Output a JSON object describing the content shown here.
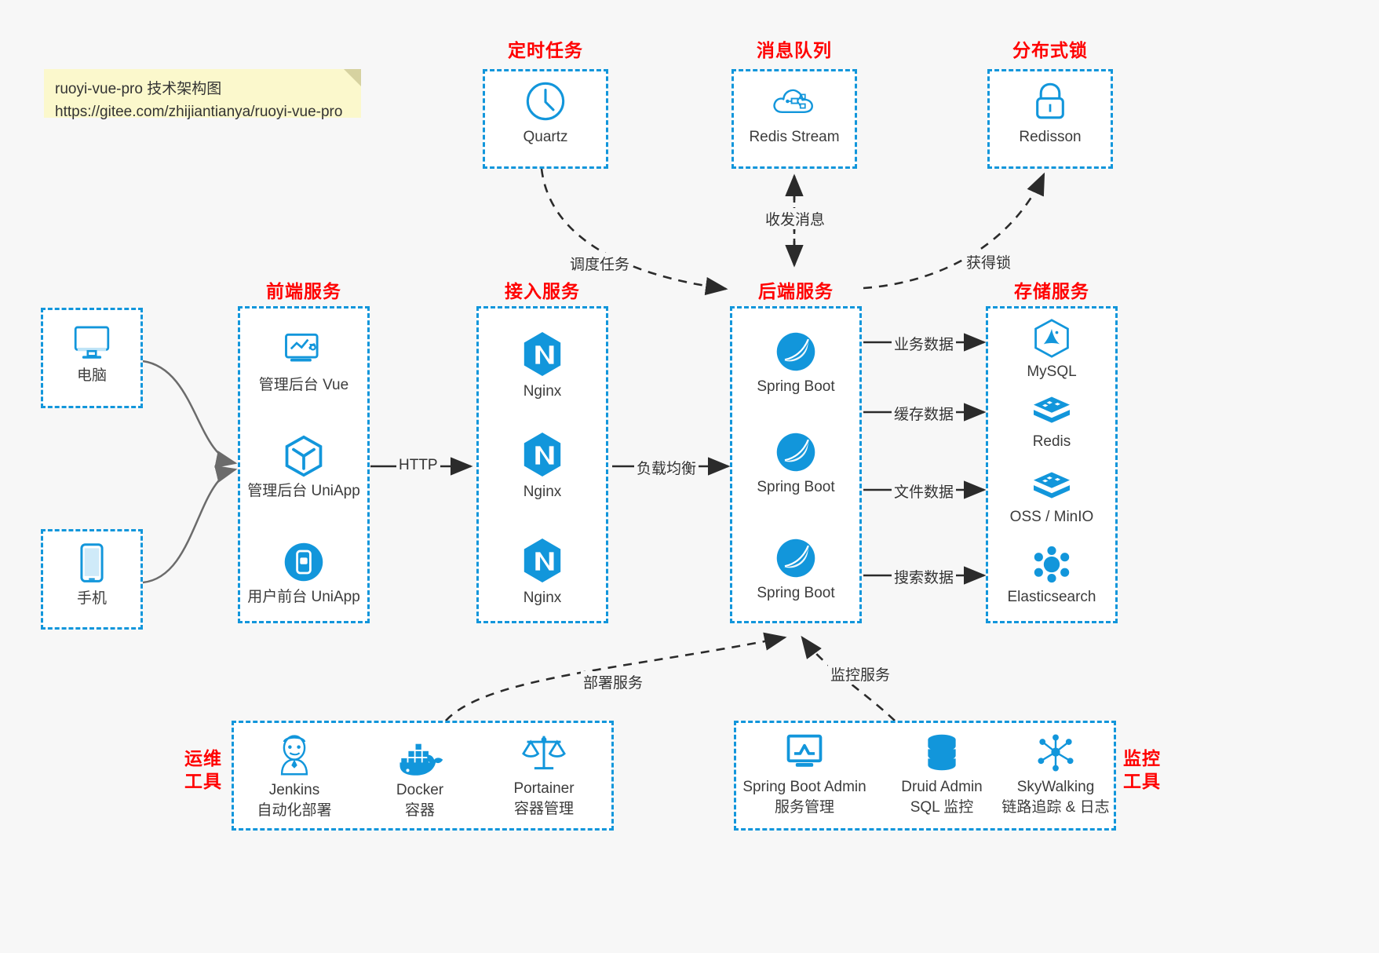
{
  "note": {
    "line1": "ruoyi-vue-pro 技术架构图",
    "line2": "https://gitee.com/zhijiantianya/ruoyi-vue-pro"
  },
  "groups": {
    "scheduled": "定时任务",
    "mq": "消息队列",
    "lock": "分布式锁",
    "frontend": "前端服务",
    "gateway": "接入服务",
    "backend": "后端服务",
    "storage": "存储服务",
    "devops_l1": "运维",
    "devops_l2": "工具",
    "monitor_l1": "监控",
    "monitor_l2": "工具"
  },
  "clients": [
    {
      "label": "电脑",
      "icon": "desktop-icon"
    },
    {
      "label": "手机",
      "icon": "mobile-icon"
    }
  ],
  "scheduled_items": [
    {
      "label": "Quartz",
      "icon": "clock-icon"
    }
  ],
  "mq_items": [
    {
      "label": "Redis Stream",
      "icon": "cloud-stream-icon"
    }
  ],
  "lock_items": [
    {
      "label": "Redisson",
      "icon": "padlock-icon"
    }
  ],
  "frontend_items": [
    {
      "label": "管理后台 Vue",
      "icon": "monitor-gear-icon"
    },
    {
      "label": "管理后台 UniApp",
      "icon": "hexagon-cube-icon"
    },
    {
      "label": "用户前台 UniApp",
      "icon": "phone-app-icon"
    }
  ],
  "gateway_items": [
    {
      "label": "Nginx",
      "icon": "nginx-icon"
    },
    {
      "label": "Nginx",
      "icon": "nginx-icon"
    },
    {
      "label": "Nginx",
      "icon": "nginx-icon"
    }
  ],
  "backend_items": [
    {
      "label": "Spring Boot",
      "icon": "spring-leaf-icon"
    },
    {
      "label": "Spring Boot",
      "icon": "spring-leaf-icon"
    },
    {
      "label": "Spring Boot",
      "icon": "spring-leaf-icon"
    }
  ],
  "storage_items": [
    {
      "label": "MySQL",
      "icon": "mysql-dolphin-icon"
    },
    {
      "label": "Redis",
      "icon": "redis-cube-icon"
    },
    {
      "label": "OSS / MinIO",
      "icon": "oss-cube-icon"
    },
    {
      "label": "Elasticsearch",
      "icon": "elasticsearch-icon"
    }
  ],
  "devops_items": [
    {
      "label": "Jenkins",
      "sub": "自动化部署",
      "icon": "jenkins-butler-icon"
    },
    {
      "label": "Docker",
      "sub": "容器",
      "icon": "docker-whale-icon"
    },
    {
      "label": "Portainer",
      "sub": "容器管理",
      "icon": "portainer-scales-icon"
    }
  ],
  "monitor_items": [
    {
      "label": "Spring Boot Admin",
      "sub": "服务管理",
      "icon": "monitor-chart-icon"
    },
    {
      "label": "Druid Admin",
      "sub": "SQL 监控",
      "icon": "database-stack-icon"
    },
    {
      "label": "SkyWalking",
      "sub": "链路追踪 & 日志",
      "icon": "skywalking-network-icon"
    }
  ],
  "edges": {
    "http": "HTTP",
    "load_balance": "负载均衡",
    "schedule_task": "调度任务",
    "send_receive_msg": "收发消息",
    "acquire_lock": "获得锁",
    "business_data": "业务数据",
    "cache_data": "缓存数据",
    "file_data": "文件数据",
    "search_data": "搜索数据",
    "deploy_service": "部署服务",
    "monitor_service": "监控服务"
  },
  "colors": {
    "accent_blue": "#1296db",
    "title_red": "#ff0000",
    "note_bg": "#fbf8cc",
    "background": "#f7f7f7",
    "arrow_dark": "#2b2b2b",
    "client_arrow_gray": "#6b6b6b"
  }
}
